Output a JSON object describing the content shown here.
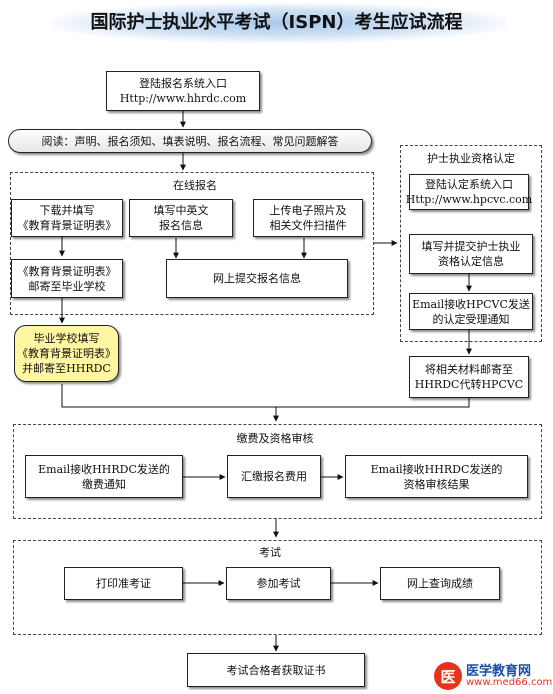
{
  "title": "国际护士执业水平考试（ISPN）考生应试流程",
  "login": {
    "line1": "登陆报名系统入口",
    "line2": "Http://www.hhrdc.com"
  },
  "reading": "阅读：声明、报名须知、填表说明、报名流程、常见问题解答",
  "online": {
    "label": "在线报名",
    "download": {
      "line1": "下载并填写",
      "line2": "《教育背景证明表》"
    },
    "fill": {
      "line1": "填写中英文",
      "line2": "报名信息"
    },
    "upload": {
      "line1": "上传电子照片及",
      "line2": "相关文件扫描件"
    },
    "mail": {
      "line1": "《教育背景证明表》",
      "line2": "邮寄至毕业学校"
    },
    "submit": "网上提交报名信息"
  },
  "school": {
    "line1": "毕业学校填写",
    "line2": "《教育背景证明表》",
    "line3": "并邮寄至HHRDC"
  },
  "cert": {
    "label": "护士执业资格认定",
    "login": {
      "line1": "登陆认定系统入口",
      "line2": "Http://www.hpcvc.com"
    },
    "fill": {
      "line1": "填写并提交护士执业",
      "line2": "资格认定信息"
    },
    "email": {
      "line1": "Email接收HPCVC发送",
      "line2": "的认定受理通知"
    }
  },
  "forward": {
    "line1": "将相关材料邮寄至",
    "line2": "HHRDC代转HPCVC"
  },
  "payment": {
    "label": "缴费及资格审核",
    "notice": {
      "line1": "Email接收HHRDC发送的",
      "line2": "缴费通知"
    },
    "pay": "汇缴报名费用",
    "result": {
      "line1": "Email接收HHRDC发送的",
      "line2": "资格审核结果"
    }
  },
  "exam": {
    "label": "考试",
    "print": "打印准考证",
    "attend": "参加考试",
    "query": "网上查询成绩"
  },
  "final": "考试合格者获取证书",
  "logo": {
    "glyph": "医",
    "name": "医学教育网",
    "url": "www.med66.com"
  }
}
